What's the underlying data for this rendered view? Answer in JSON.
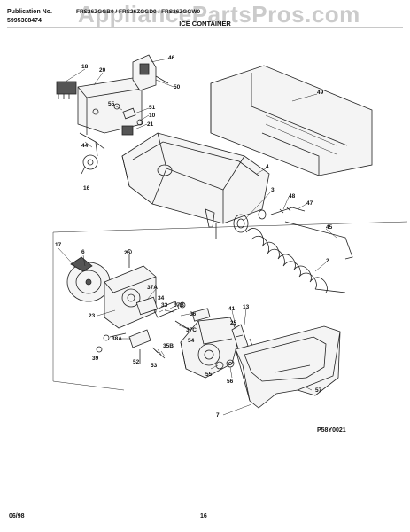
{
  "header": {
    "publication_label": "Publication No.",
    "publication_number": "5995308474",
    "model_line": "FRS26ZGGB0 / FRS26ZGGD0 / FRS26ZGGW0",
    "section_title": "ICE CONTAINER"
  },
  "watermark": "AppliancePartsPros.com",
  "footer": {
    "date": "06/98",
    "page": "16",
    "figure_code": "P58Y0021"
  },
  "callouts": [
    "18",
    "20",
    "46",
    "50",
    "55",
    "51",
    "10",
    "21",
    "44",
    "16",
    "49",
    "4",
    "3",
    "48",
    "47",
    "45",
    "2",
    "17",
    "6",
    "26",
    "37A",
    "34",
    "33",
    "37B",
    "23",
    "36",
    "37C",
    "41",
    "13",
    "25",
    "54",
    "38A",
    "53",
    "39",
    "35B",
    "52",
    "55",
    "56",
    "57",
    "7"
  ]
}
